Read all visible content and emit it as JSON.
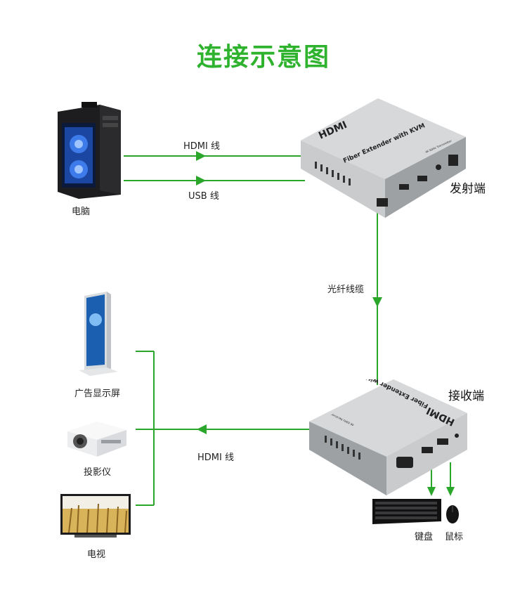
{
  "colors": {
    "title": "#2fb32f",
    "line": "#2aa62a",
    "device": "#c9cbcd",
    "device_dark": "#9ea1a4"
  },
  "title": "连接示意图",
  "links": {
    "hdmi_top": "HDMI 线",
    "usb": "USB 线",
    "fiber": "光纤线缆",
    "hdmi_bottom": "HDMI 线"
  },
  "devices": {
    "computer": "电脑",
    "signage": "广告显示屏",
    "projector": "投影仪",
    "tv": "电视",
    "keyboard": "键盘",
    "mouse": "鼠标",
    "transmitter": "发射端",
    "receiver": "接收端"
  },
  "extender": {
    "brand": "HDMI",
    "model": "Fiber Extender with KVM",
    "tx_small": "4K 60Hz Transmitter",
    "rx_small": "4K 60Hz Receiver"
  },
  "icons": [
    "computer-tower-icon",
    "digital-signage-icon",
    "projector-icon",
    "television-icon",
    "keyboard-icon",
    "mouse-icon"
  ]
}
